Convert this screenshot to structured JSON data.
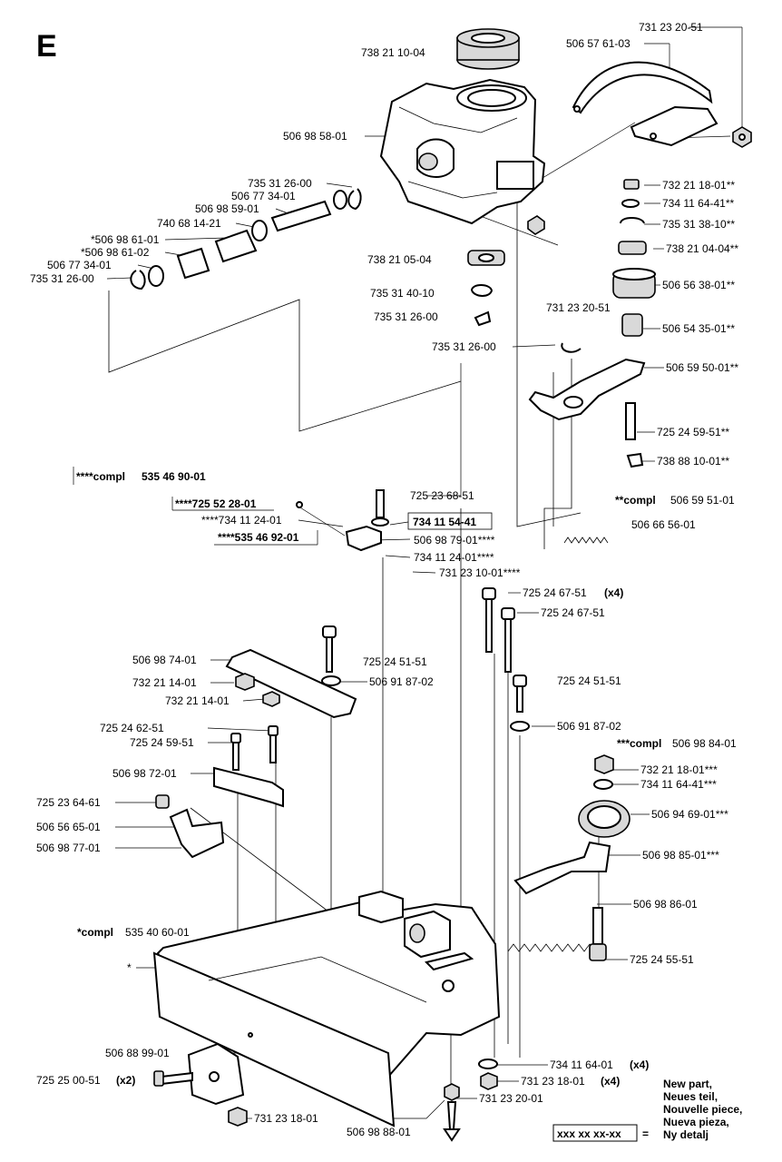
{
  "section_letter": "E",
  "labels": {
    "l01": "738 21 10-04",
    "l02": "731 23 20-51",
    "l03": "506 57 61-03",
    "l04": "506 98 58-01",
    "l05": "735 31 26-00",
    "l06": "506 77 34-01",
    "l07": "506 98 59-01",
    "l08": "740 68 14-21",
    "l09": "*506 98 61-01",
    "l10": "*506 98 61-02",
    "l11": "506 77 34-01",
    "l12": "735 31 26-00",
    "l13": "732 21 18-01**",
    "l14": "734 11 64-41**",
    "l15": "735 31 38-10**",
    "l16": "738 21 04-04**",
    "l17": "506 56 38-01**",
    "l18": "738 21 05-04",
    "l19": "735 31 40-10",
    "l20": "735 31 26-00",
    "l21": "731 23 20-51",
    "l22": "506 54 35-01**",
    "l23": "735 31 26-00",
    "l24": "506 59 50-01**",
    "l25": "725 24 59-51**",
    "l26": "738 88 10-01**",
    "l27": "725 23 68-51",
    "l28": "734 11 54-41",
    "l29": "506 98 79-01****",
    "l30": "734 11 24-01****",
    "l31": "731 23 10-01****",
    "l32": "****734 11 24-01",
    "l33": "506 66 56-01",
    "l34": "725 24 67-51",
    "l34x": "(x4)",
    "l35": "725 24 67-51",
    "l36": "506 98 74-01",
    "l37": "725 24 51-51",
    "l38": "732 21 14-01",
    "l39": "506 91 87-02",
    "l40": "732 21 14-01",
    "l41": "725 24 51-51",
    "l42": "725 24 62-51",
    "l43": "725 24 59-51",
    "l44": "506 91 87-02",
    "l45": "506 98 72-01",
    "l46": "732 21 18-01***",
    "l47": "734 11 64-41***",
    "l48": "725 23 64-61",
    "l49": "506 94 69-01***",
    "l50": "506 56 65-01",
    "l51": "506 98 77-01",
    "l52": "506 98 85-01***",
    "l53": "506 98 86-01",
    "l54": "725 24 55-51",
    "l55": "*",
    "l56": "506 88 99-01",
    "l57": "725 25 00-51",
    "l57x": "(x2)",
    "l58": "734 11 64-01",
    "l58x": "(x4)",
    "l59": "731 23 18-01",
    "l59x": "(x4)",
    "l60": "731 23 20-01",
    "l61": "731 23 18-01",
    "l62": "506 98 88-01"
  },
  "compl": {
    "c1_prefix": "****compl",
    "c1_num": "535 46 90-01",
    "c2": "****725 52 28-01",
    "c3": "****535 46 92-01",
    "c4_prefix": "**compl",
    "c4_num": "506 59 51-01",
    "c5_prefix": "***compl",
    "c5_num": "506 98 84-01",
    "c6_prefix": "*compl",
    "c6_num": "535 40 60-01"
  },
  "legend": {
    "box": "xxx xx xx-xx",
    "eq": "=",
    "lines": [
      "New part,",
      "Neues teil,",
      "Nouvelle piece,",
      "Nueva pieza,",
      "Ny detalj"
    ]
  }
}
